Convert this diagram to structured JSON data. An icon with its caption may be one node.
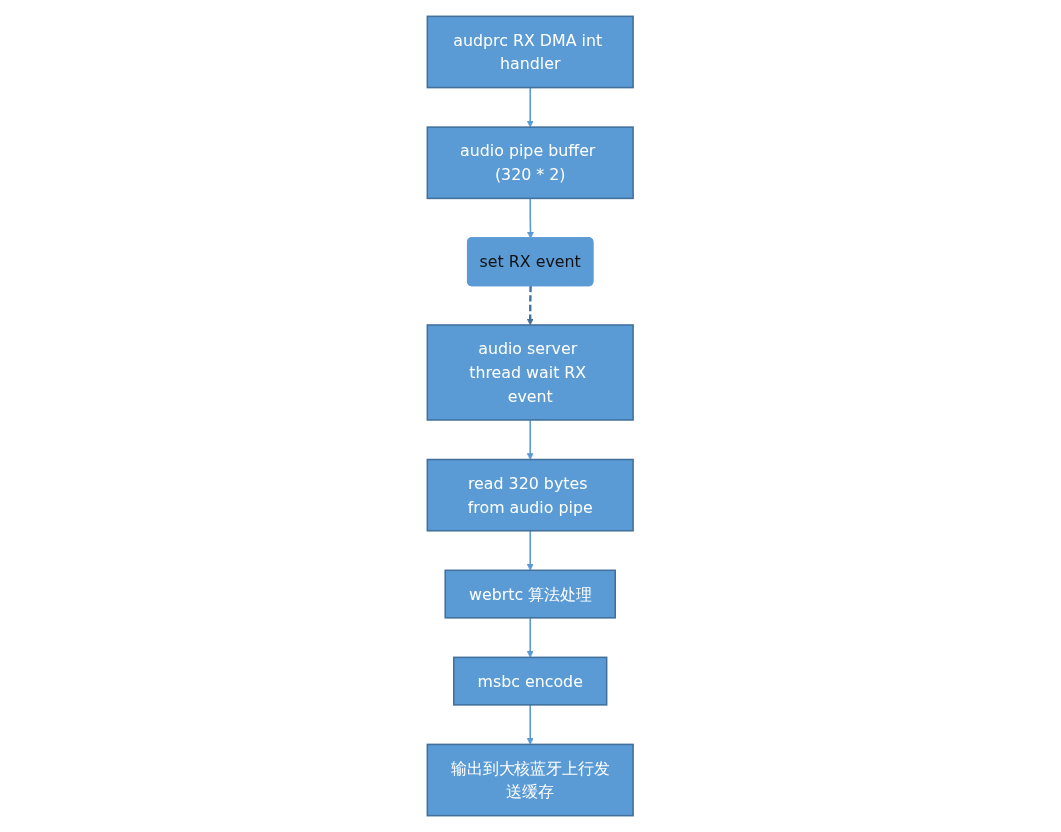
{
  "diagram": {
    "nodes": [
      {
        "text": [
          "set RX event"
        ]
      },
      {
        "text": [
          "audio pipe buffer (320 * 2)"
        ]
      },
      {
        "text": [
          "audprc RX DMA int handler"
        ]
      },
      {
        "text": [
          "audio server thread wait RX event"
        ]
      },
      {
        "text": [
          "read 320 bytes from audio pipe"
        ]
      },
      {
        "text": [
          "webrtc 算法处理"
        ]
      },
      {
        "text": [
          "msbc encode"
        ]
      },
      {
        "text": [
          "输出到大核蓝牙上行发送缓存"
        ]
      }
    ],
    "edges": [
      {
        "from": 2,
        "to": 1,
        "arrow": "to"
      },
      {
        "from": 1,
        "to": 0,
        "arrow": "to"
      },
      {
        "from": 0,
        "to": 3,
        "arrow": "to",
        "style": "dashed",
        "color": "#41719c"
      },
      {
        "from": 3,
        "to": 4,
        "arrow": "to"
      },
      {
        "from": 4,
        "to": 5,
        "arrow": "to"
      },
      {
        "from": 5,
        "to": 6,
        "arrow": "to"
      },
      {
        "from": 6,
        "to": 7,
        "arrow": "to"
      }
    ]
  }
}
